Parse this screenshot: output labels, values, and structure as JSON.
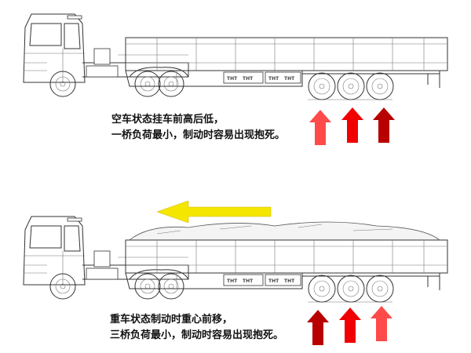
{
  "scenes": [
    {
      "caption_line1": "空车状态挂车前高后低，",
      "caption_line2": "一桥负荷最小，制动时容易出现抱死。",
      "arrow_colors": [
        "#ff4a4a",
        "#f00000",
        "#b80000"
      ]
    },
    {
      "caption_line1": "重车状态制动时重心前移，",
      "caption_line2": "三桥负荷最小，制动时容易出现抱死。",
      "arrow_colors": [
        "#b80000",
        "#f00000",
        "#ff4a4a"
      ]
    }
  ],
  "toolbox_logo": "THT",
  "colors": {
    "force_arrow_yellow": "#f5e600"
  }
}
